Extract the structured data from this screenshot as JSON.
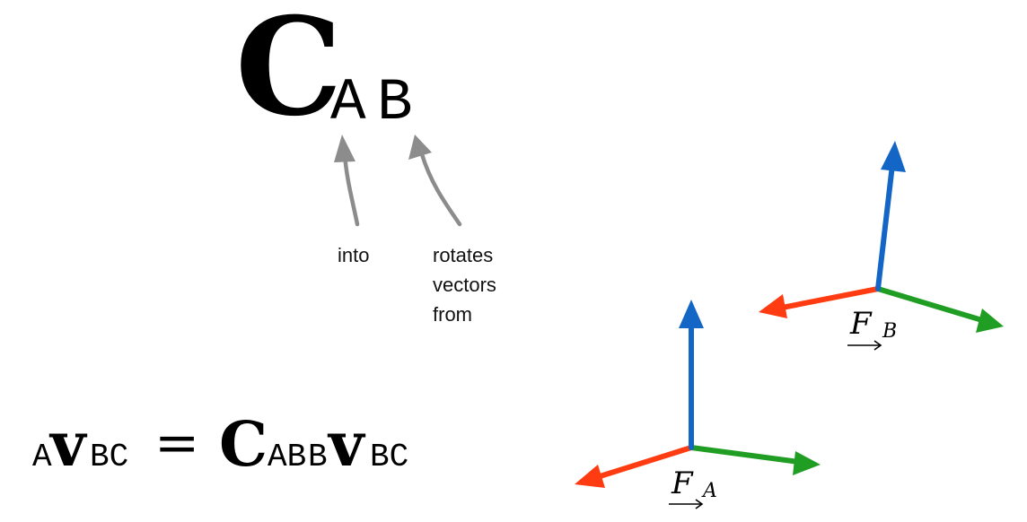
{
  "matrix": {
    "symbol": "C",
    "sub_left": "A",
    "sub_right": "B"
  },
  "annotations": {
    "into": "into",
    "rotates": "rotates\nvectors\nfrom"
  },
  "equation": {
    "lhs_pre": "A",
    "lhs_vec": "v",
    "lhs_sub": "BC",
    "equals": "=",
    "rhs_mat": "C",
    "rhs_mat_sub": "AB",
    "rhs_pre": "B",
    "rhs_vec": "v",
    "rhs_sub": "BC"
  },
  "frames": {
    "a": {
      "symbol": "F",
      "sub": "A"
    },
    "b": {
      "symbol": "F",
      "sub": "B"
    }
  },
  "colors": {
    "x_axis": "#ff3b12",
    "y_axis": "#1f9e23",
    "z_axis": "#1466c6",
    "pointer": "#8c8c8c"
  }
}
